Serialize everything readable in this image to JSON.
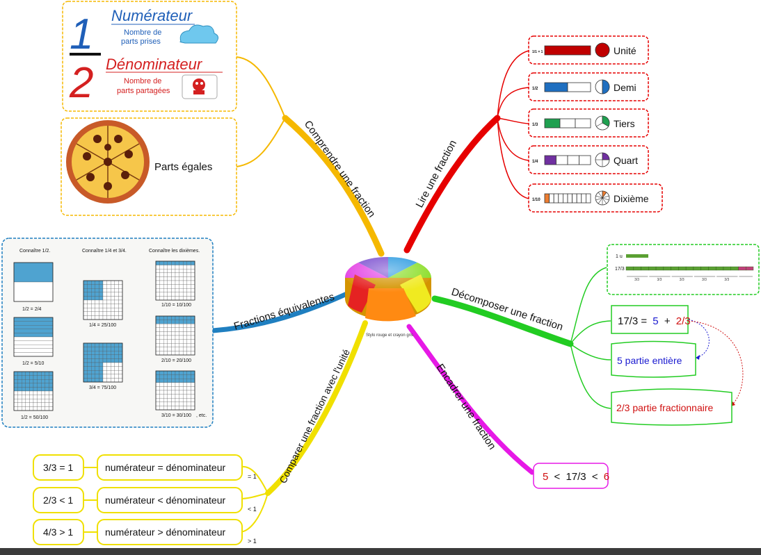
{
  "branches": {
    "comprendre": "Comprendre une fraction",
    "lire": "Lire une fraction",
    "decomposer": "Décomposer une fraction",
    "encadrer": "Encadrer une fraction",
    "comparer": "Comparer une fraction avec l'unité",
    "equivalentes": "Fractions équivalentes"
  },
  "center": {
    "caption": "Stylo rouge et crayon gris"
  },
  "comprendre": {
    "numerateur": {
      "digit": "1",
      "title": "Numérateur",
      "line1": "Nombre de",
      "line2": "parts prises"
    },
    "denominateur": {
      "digit": "2",
      "title": "Dénominateur",
      "line1": "Nombre de",
      "line2": "parts partagées"
    },
    "pizza_label": "Parts égales"
  },
  "lire": {
    "items": [
      {
        "fraction": "1/1 = 1",
        "label": "Unité",
        "color": "#c00000",
        "parts": 1,
        "filled": 1
      },
      {
        "fraction": "1/2",
        "label": "Demi",
        "color": "#1f6fc0",
        "parts": 2,
        "filled": 1
      },
      {
        "fraction": "1/3",
        "label": "Tiers",
        "color": "#1fa050",
        "parts": 3,
        "filled": 1
      },
      {
        "fraction": "1/4",
        "label": "Quart",
        "color": "#7030a0",
        "parts": 4,
        "filled": 1
      },
      {
        "fraction": "1/10",
        "label": "Dixième",
        "color": "#ed7d31",
        "parts": 10,
        "filled": 1
      }
    ]
  },
  "decomposer": {
    "line_label_1": "1 u",
    "line_label_17": "17/3 u",
    "segment_label": "3/3",
    "eq": {
      "lhs": "17/3 =",
      "whole": "5",
      "plus": "+",
      "frac": "2/3"
    },
    "entiere": "5 partie entière",
    "fractionnaire": "2/3 partie fractionnaire"
  },
  "encadrer": {
    "low": "5",
    "lt1": "<",
    "mid": "17/3",
    "lt2": "<",
    "high": "6"
  },
  "comparer": {
    "rows": [
      {
        "ex": "3/3 = 1",
        "rule": "numérateur = dénominateur",
        "tag": "= 1"
      },
      {
        "ex": "2/3 < 1",
        "rule": "numérateur < dénominateur",
        "tag": "< 1"
      },
      {
        "ex": "4/3 > 1",
        "rule": "numérateur > dénominateur",
        "tag": "> 1"
      }
    ]
  },
  "equivalentes": {
    "headers": [
      "Connaître 1/2.",
      "Connaître 1/4 et 3/4.",
      "Connaître les dixièmes."
    ],
    "captions": [
      [
        "1/2 = 2/4",
        "1/2 = 5/10",
        "1/2 = 50/100"
      ],
      [
        "1/4 = 25/100",
        "3/4 = 75/100"
      ],
      [
        "1/10 = 10/100",
        "2/10 = 20/100",
        "3/10 = 30/100"
      ]
    ],
    "etc": ", etc."
  },
  "colors": {
    "comprendre": "#f5b800",
    "lire": "#e60000",
    "decomposer": "#22cc22",
    "encadrer": "#e619e6",
    "comparer": "#f0e000",
    "equivalentes": "#1f7fc0"
  }
}
